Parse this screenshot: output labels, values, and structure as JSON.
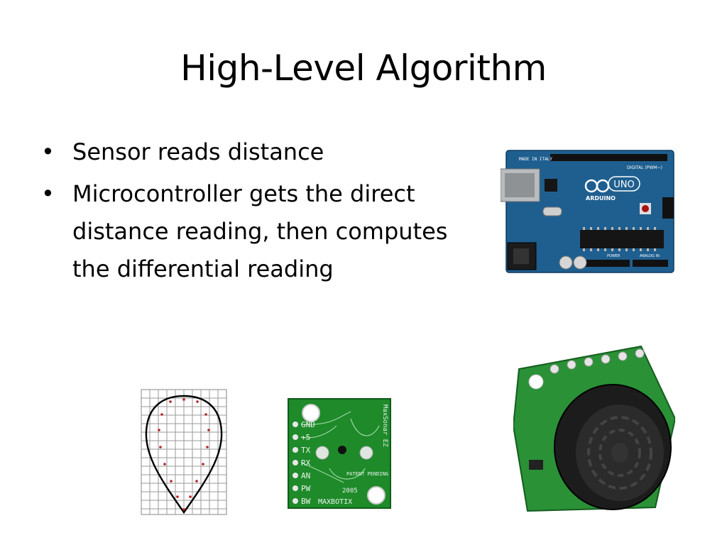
{
  "slide": {
    "title": "High-Level Algorithm",
    "bullets": [
      {
        "marker": "•",
        "text": "Sensor reads distance"
      },
      {
        "marker": "•",
        "text": "Microcontroller gets the direct distance reading, then computes the differential reading"
      }
    ]
  },
  "images": {
    "arduino": {
      "made_in": "MADE IN ITALY",
      "brand": "ARDUINO",
      "model": "UNO",
      "digital_label": "DIGITAL (PWM~)",
      "power_label": "POWER",
      "analog_label": "ANALOG IN"
    },
    "beam_pattern": {
      "icon": "beam-pattern-icon"
    },
    "sensor_pcb": {
      "pins": [
        "GND",
        "+5",
        "TX",
        "RX",
        "AN",
        "PW",
        "BW"
      ],
      "brand": "MAXBOTIX",
      "side_text": "MaxSonar EZ",
      "patent": "PATENT PENDING",
      "year": "2005"
    },
    "sonar_module": {
      "icon": "ultrasonic-sensor-icon"
    }
  },
  "colors": {
    "text": "#000000",
    "background": "#ffffff",
    "arduino_blue": "#1f5f8f",
    "pcb_green": "#1e8a2a"
  }
}
